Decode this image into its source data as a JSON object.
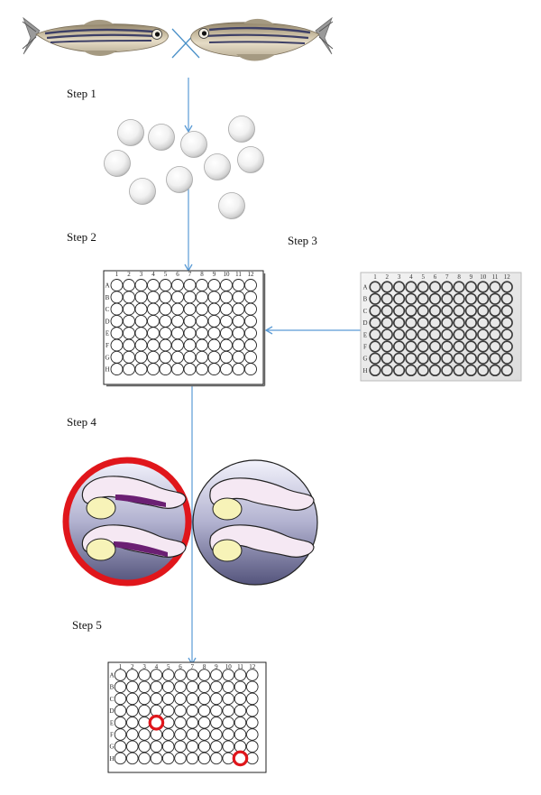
{
  "steps": {
    "step1": "Step 1",
    "step2": "Step 2",
    "step3": "Step 3",
    "step4": "Step 4",
    "step5": "Step 5"
  },
  "plate": {
    "column_labels": [
      "1",
      "2",
      "3",
      "4",
      "5",
      "6",
      "7",
      "8",
      "9",
      "10",
      "11",
      "12"
    ],
    "row_labels": [
      "A",
      "B",
      "C",
      "D",
      "E",
      "F",
      "G",
      "H"
    ]
  },
  "result_plate": {
    "highlighted_wells": [
      {
        "row": "E",
        "column": "4"
      },
      {
        "row": "H",
        "column": "11"
      }
    ]
  },
  "colors": {
    "arrow": "#5b9bd5",
    "cross": "#4a90c8",
    "highlight": "#e0161b",
    "embryo_gradient_top": "#f2f2fb",
    "embryo_gradient_bottom": "#54547c",
    "fish_body": "#b8aa90"
  },
  "icons": [
    "zebrafish-male-icon",
    "zebrafish-female-icon",
    "cross-icon",
    "embryo-icon"
  ]
}
